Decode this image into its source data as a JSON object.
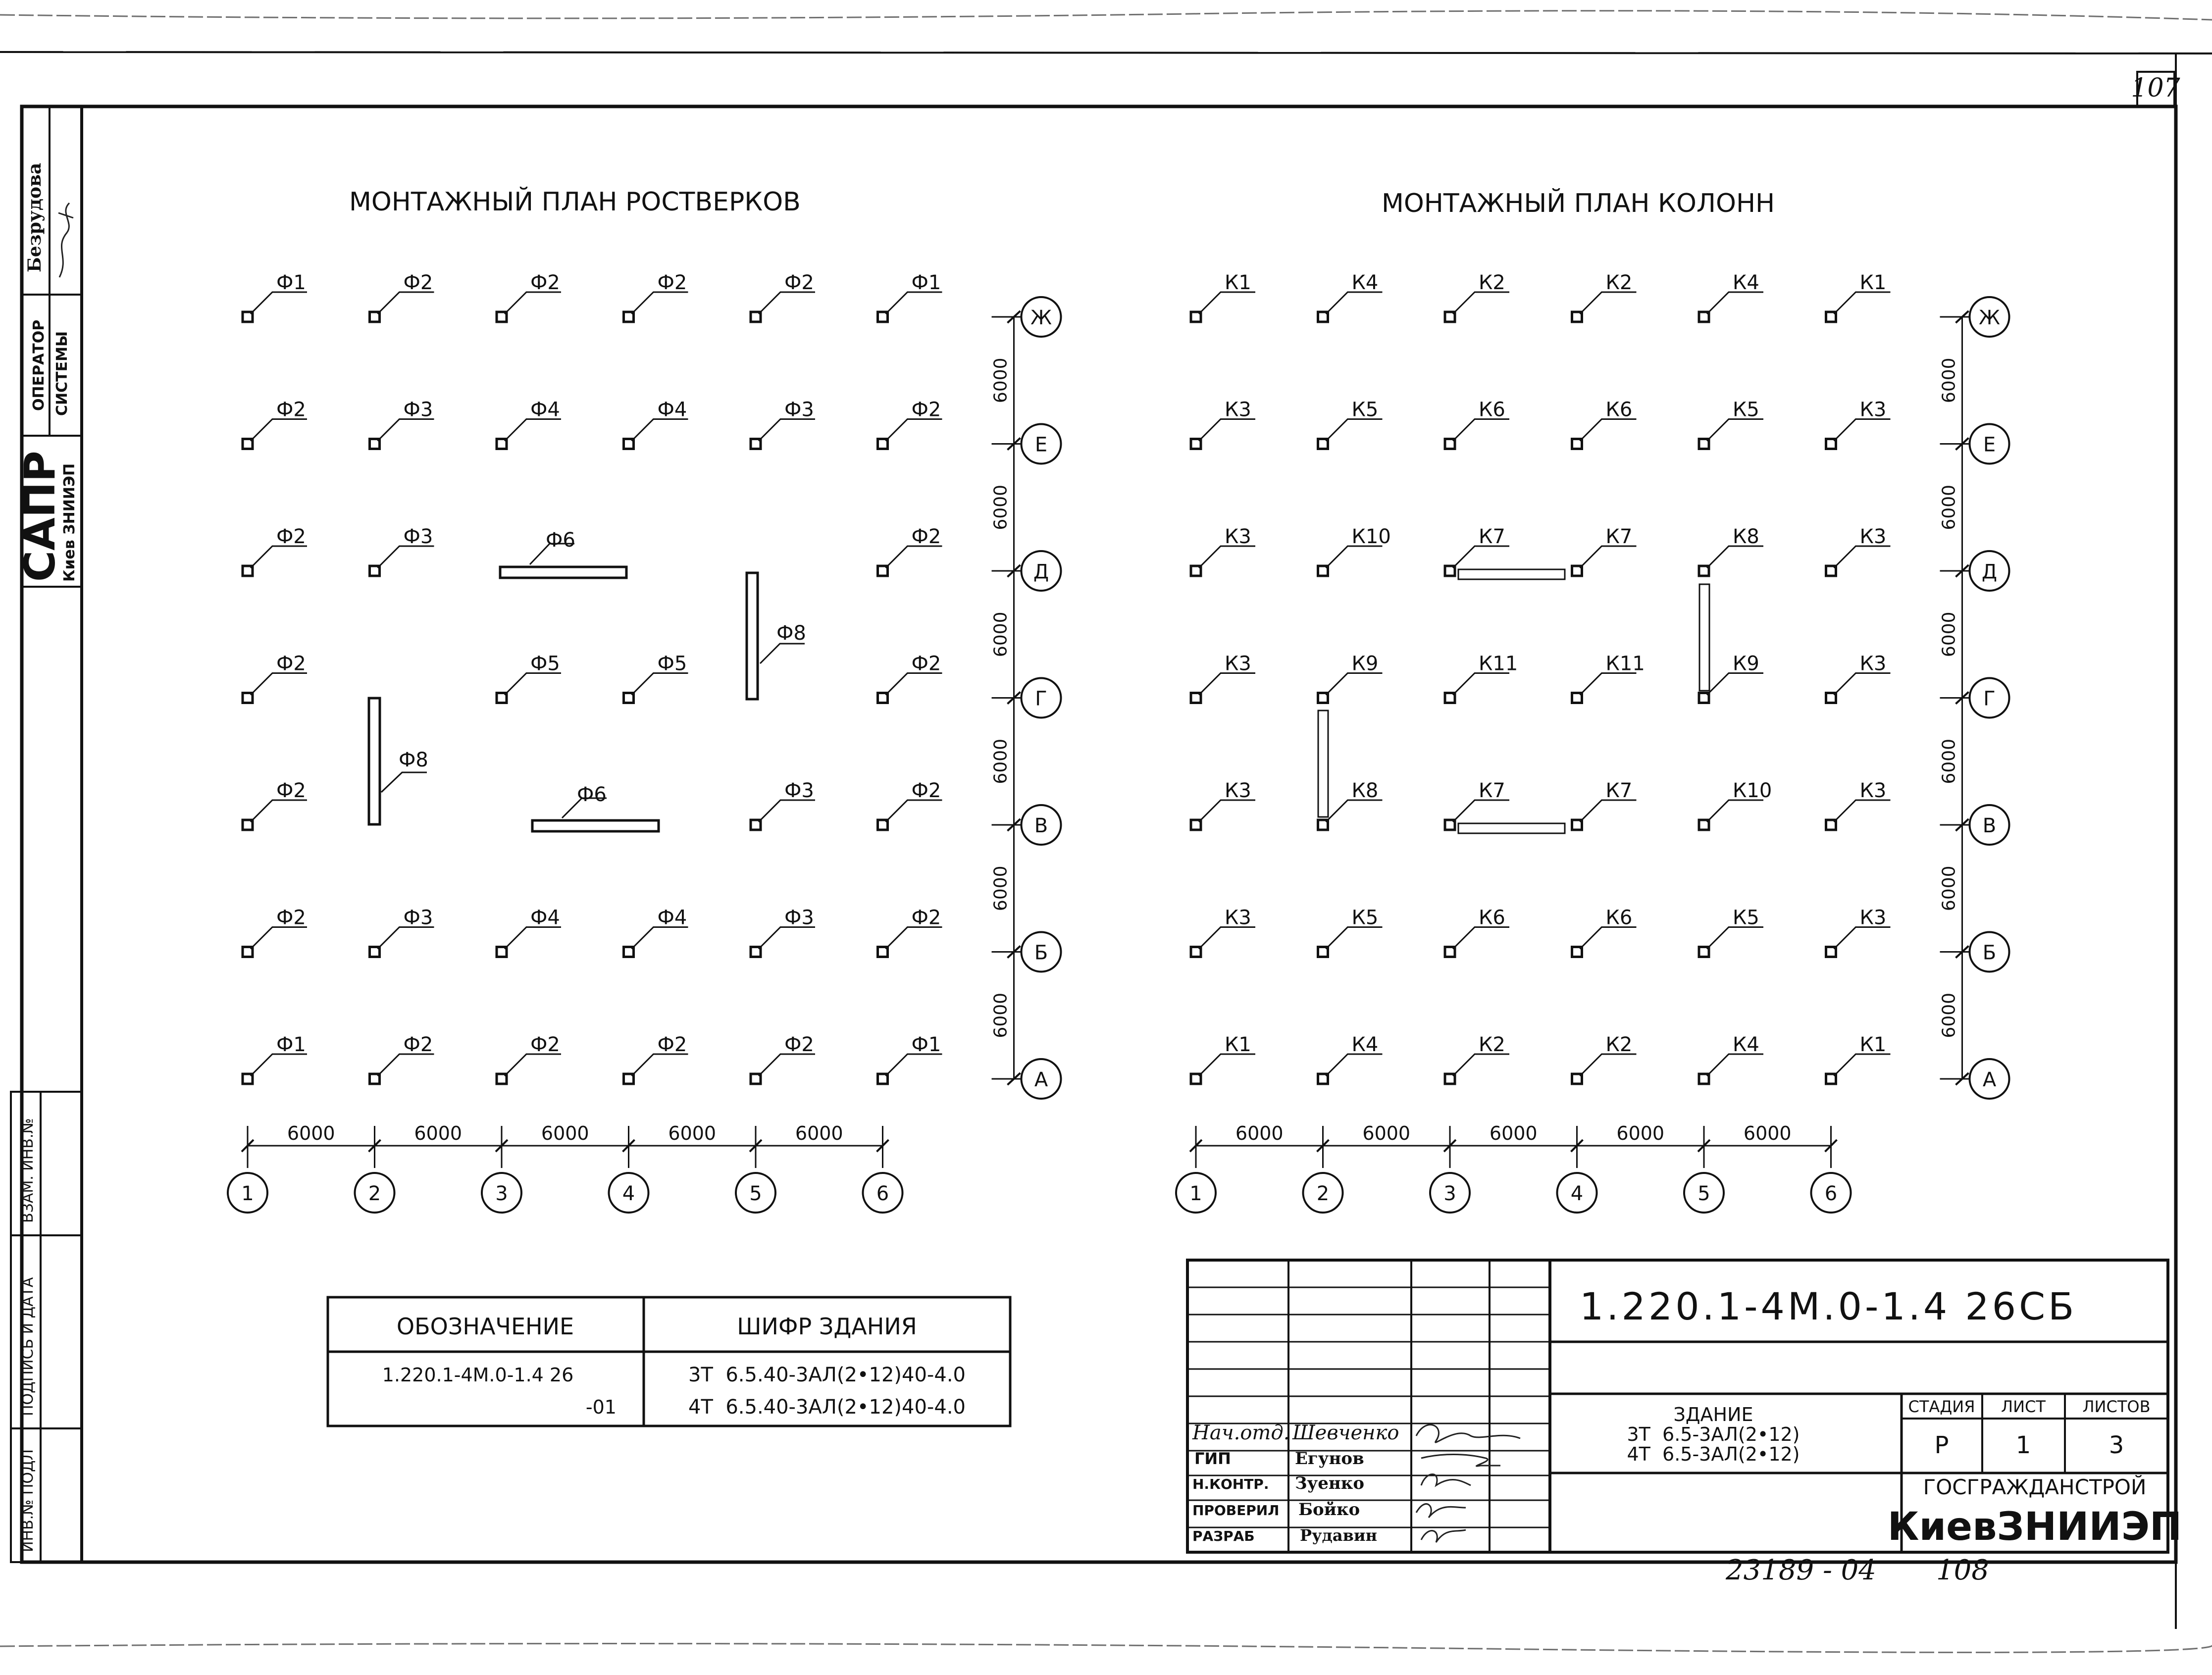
{
  "sheet_number": "107",
  "sheet_number_bottom": "108",
  "archive_number": "23189 - 04",
  "side_stamp": {
    "name": "Безрудова",
    "operator": [
      "ОПЕРАТОР",
      "СИСТЕМЫ"
    ],
    "sapr": "САПР",
    "sapr_org": "Киев ЗНИИЭП",
    "vzam_inv": "ВЗАМ. ИНВ.№",
    "podpis_data": "ПОДПИСЬ И ДАТА",
    "inv_podl": "ИНВ.№ ПОДЛ"
  },
  "plans": {
    "rostverki": {
      "title": "МОНТАЖНЫЙ ПЛАН РОСТВЕРКОВ",
      "rows": [
        [
          "Ф1",
          "Ф2",
          "Ф2",
          "Ф2",
          "Ф2",
          "Ф1"
        ],
        [
          "Ф2",
          "Ф3",
          "Ф4",
          "Ф4",
          "Ф3",
          "Ф2"
        ],
        [
          "Ф2",
          "Ф3",
          "",
          "",
          "",
          "Ф2"
        ],
        [
          "Ф2",
          "",
          "Ф5",
          "Ф5",
          "",
          "Ф2"
        ],
        [
          "Ф2",
          "",
          "",
          "",
          "Ф3",
          "Ф2"
        ],
        [
          "Ф2",
          "Ф3",
          "Ф4",
          "Ф4",
          "Ф3",
          "Ф2"
        ],
        [
          "Ф1",
          "Ф2",
          "Ф2",
          "Ф2",
          "Ф2",
          "Ф1"
        ]
      ],
      "beams": {
        "f6_top": "Ф6",
        "f6_bottom": "Ф6",
        "f8_left": "Ф8",
        "f8_right": "Ф8"
      }
    },
    "kolonny": {
      "title": "МОНТАЖНЫЙ ПЛАН КОЛОНН",
      "rows": [
        [
          "К1",
          "К4",
          "К2",
          "К2",
          "К4",
          "К1"
        ],
        [
          "К3",
          "К5",
          "К6",
          "К6",
          "К5",
          "К3"
        ],
        [
          "К3",
          "К10",
          "К7",
          "К7",
          "К8",
          "К3"
        ],
        [
          "К3",
          "К9",
          "К11",
          "К11",
          "К9",
          "К3"
        ],
        [
          "К3",
          "К8",
          "К7",
          "К7",
          "К10",
          "К3"
        ],
        [
          "К3",
          "К5",
          "К6",
          "К6",
          "К5",
          "К3"
        ],
        [
          "К1",
          "К4",
          "К2",
          "К2",
          "К4",
          "К1"
        ]
      ]
    },
    "row_axes": [
      "Ж",
      "Е",
      "Д",
      "Г",
      "В",
      "Б",
      "А"
    ],
    "col_axes": [
      "1",
      "2",
      "3",
      "4",
      "5",
      "6"
    ],
    "span_dim": "6000"
  },
  "designation_table": {
    "headers": [
      "ОБОЗНАЧЕНИЕ",
      "ШИФР ЗДАНИЯ"
    ],
    "designation": [
      "1.220.1-4М.0-1.4 26",
      "-01"
    ],
    "cipher": [
      "3Т  6.5.40-3АЛ(2•12)40-4.0",
      "4Т  6.5.40-3АЛ(2•12)40-4.0"
    ]
  },
  "title_block": {
    "code": "1.220.1-4М.0-1.4 26СБ",
    "building": [
      "ЗДАНИЕ",
      "3Т  6.5-3АЛ(2•12)",
      "4Т  6.5-3АЛ(2•12)"
    ],
    "stage_headers": [
      "СТАДИЯ",
      "ЛИСТ",
      "ЛИСТОВ"
    ],
    "stage": "Р",
    "sheet": "1",
    "sheets": "3",
    "org_top": "ГОСГРАЖДАНСТРОЙ",
    "org_main": "КиевЗНИИЭП",
    "signatures": [
      {
        "role": "Нач.отд.",
        "name": "Шевченко"
      },
      {
        "role": "ГИП",
        "name": "Егунов"
      },
      {
        "role": "Н.КОНТР.",
        "name": "Зуенко"
      },
      {
        "role": "ПРОВЕРИЛ",
        "name": "Бойко"
      },
      {
        "role": "РАЗРАБ",
        "name": "Рудавин"
      }
    ]
  }
}
